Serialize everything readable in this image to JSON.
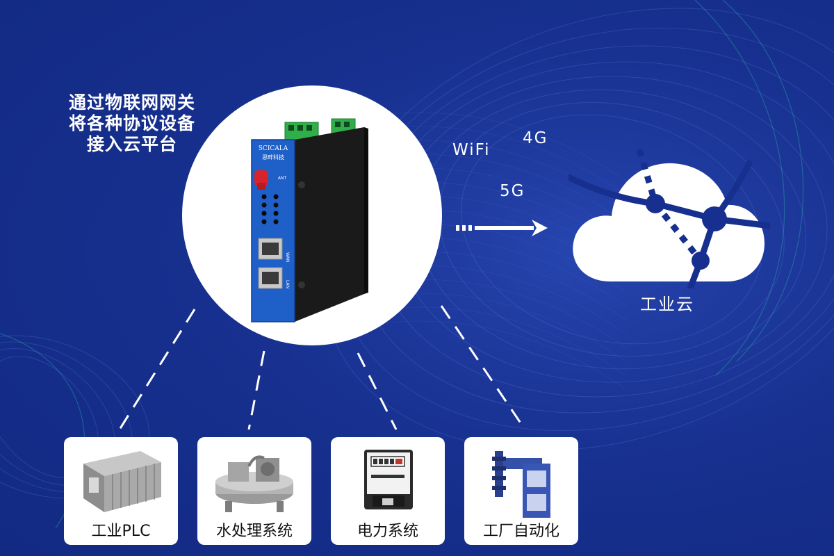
{
  "headline": {
    "lines": [
      "通过物联网网关",
      "将各种协议设备",
      "接入云平台"
    ]
  },
  "device": {
    "brand": "SCICALA",
    "brand_cn": "思畔科技",
    "antenna_label": "ANT",
    "wan_label": "WAN",
    "lan_label": "LAN"
  },
  "network": {
    "wifi": "WiFi",
    "g4": "4G",
    "g5": "5G"
  },
  "cloud": {
    "label": "工业云"
  },
  "cards": [
    {
      "label": "工业PLC",
      "icon": "plc-cabinet-icon"
    },
    {
      "label": "水处理系统",
      "icon": "water-treatment-icon"
    },
    {
      "label": "电力系统",
      "icon": "power-meter-icon"
    },
    {
      "label": "工厂自动化",
      "icon": "factory-automation-icon"
    }
  ],
  "colors": {
    "background": "#17308f",
    "device_body": "#1f1f1f",
    "device_panel": "#1f5fc8",
    "terminal_green": "#2fae4a",
    "antenna_red": "#d8232a"
  }
}
